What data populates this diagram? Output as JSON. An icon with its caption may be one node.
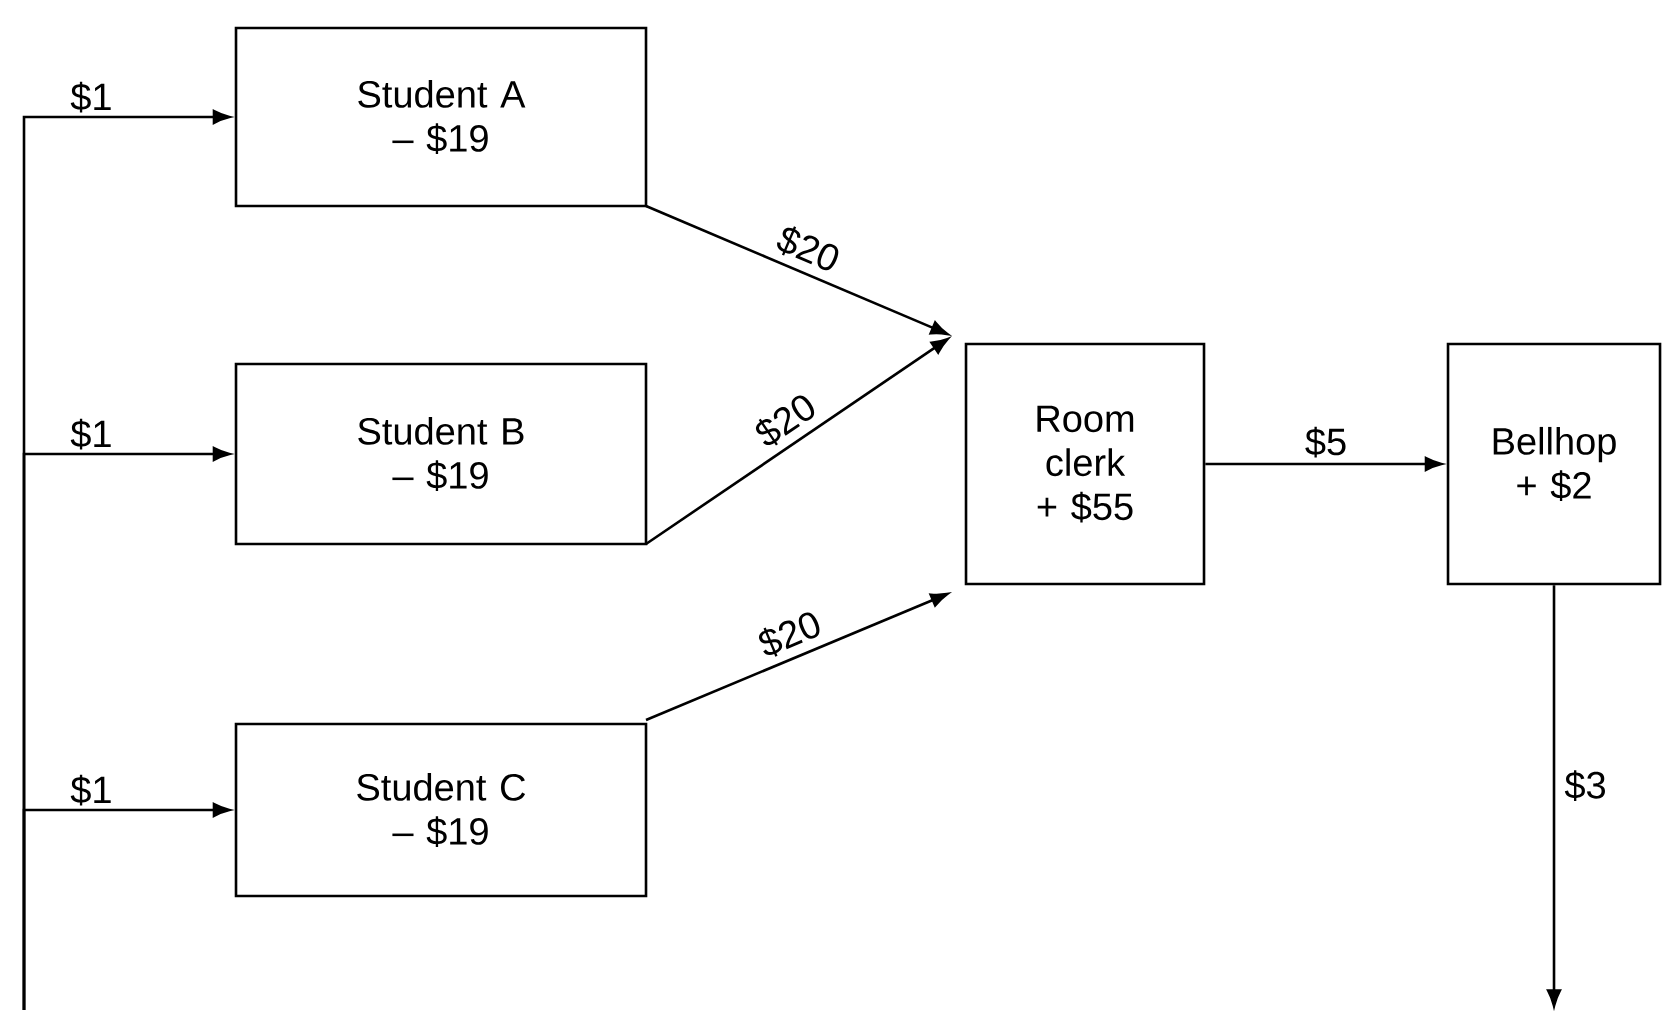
{
  "diagram": {
    "nodes": [
      {
        "text": [
          "Student A",
          "– $19"
        ]
      },
      {
        "text": [
          "Student B",
          "– $19"
        ]
      },
      {
        "text": [
          "Student C",
          "– $19"
        ]
      },
      {
        "text": [
          "Room clerk",
          "+ $55"
        ]
      },
      {
        "text": [
          "Bellhop",
          "+ $2"
        ]
      }
    ],
    "edges": [
      {
        "from": null,
        "to": 0,
        "arrow": "to",
        "label": "$1"
      },
      {
        "from": null,
        "to": 1,
        "arrow": "to",
        "label": "$1"
      },
      {
        "from": null,
        "to": 2,
        "arrow": "to",
        "label": "$1"
      },
      {
        "from": 0,
        "to": 3,
        "arrow": "to",
        "label": "$20"
      },
      {
        "from": 1,
        "to": 3,
        "arrow": "to",
        "label": "$20"
      },
      {
        "from": 2,
        "to": 3,
        "arrow": "to",
        "label": "$20"
      },
      {
        "from": 3,
        "to": 4,
        "arrow": "to",
        "label": "$5"
      },
      {
        "from": 4,
        "to": null,
        "arrow": "to",
        "label": "$3"
      }
    ]
  }
}
